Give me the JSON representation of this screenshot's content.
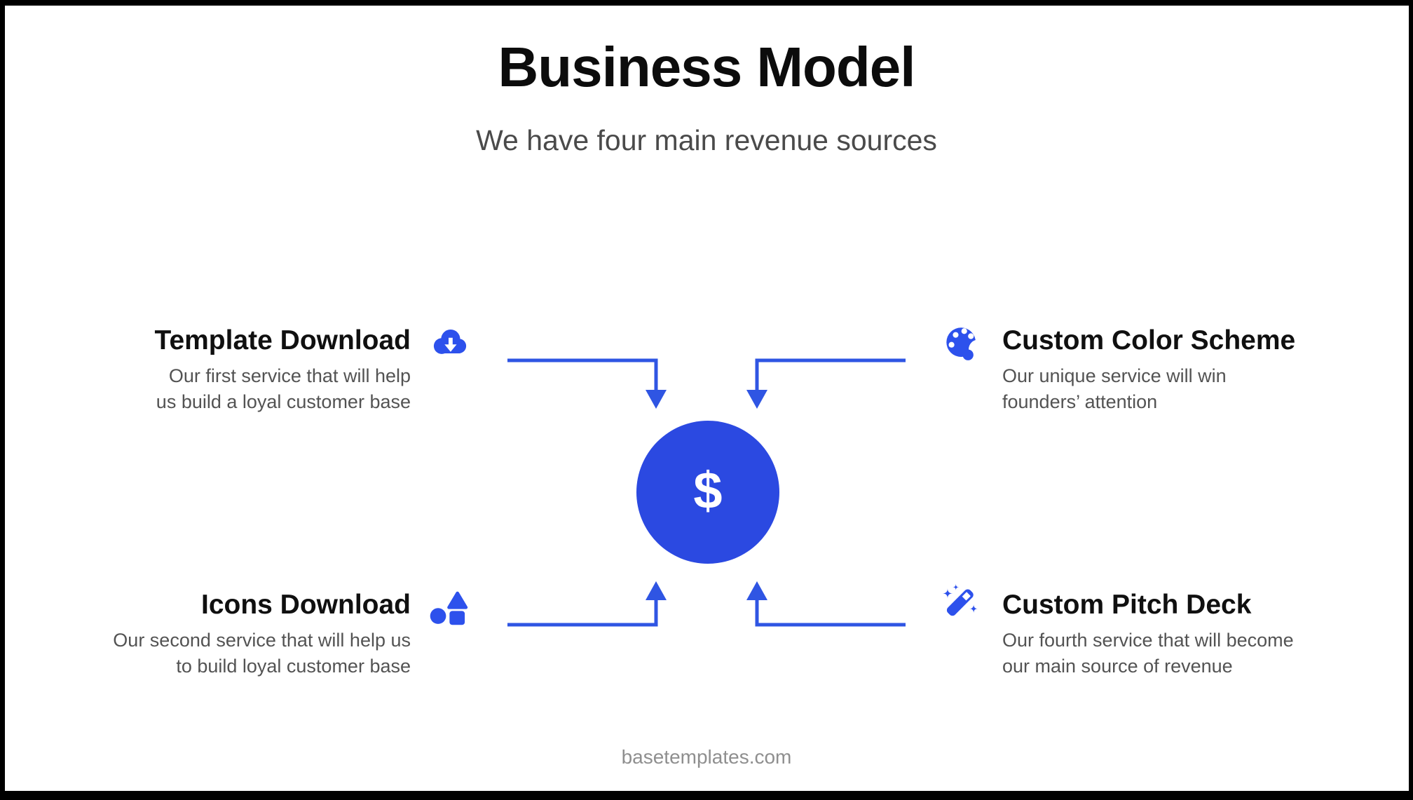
{
  "slide": {
    "title": "Business Model",
    "subtitle": "We have four main revenue sources",
    "footer": "basetemplates.com"
  },
  "center": {
    "symbol": "$"
  },
  "colors": {
    "hub_blue": "#2b49e1",
    "icon_blue": "#2d51ec",
    "arrow_blue": "#2f55e3",
    "heading_black": "#101010",
    "body_gray": "#535353",
    "subtitle_gray": "#4a4a4a",
    "footer_gray": "#8f8f8f",
    "frame_black": "#000000"
  },
  "items": [
    {
      "id": "template-download",
      "title": "Template Download",
      "description": "Our first service that will help\nus build a loyal customer base",
      "icon": "cloud-download-icon"
    },
    {
      "id": "custom-color-scheme",
      "title": "Custom Color Scheme",
      "description": "Our unique service will win\nfounders’ attention",
      "icon": "palette-icon"
    },
    {
      "id": "icons-download",
      "title": "Icons Download",
      "description": "Our second service that will help us\nto build loyal customer base",
      "icon": "shapes-icon"
    },
    {
      "id": "custom-pitch-deck",
      "title": "Custom Pitch Deck",
      "description": "Our fourth service that will become\nour main source of revenue",
      "icon": "magic-wand-icon"
    }
  ]
}
